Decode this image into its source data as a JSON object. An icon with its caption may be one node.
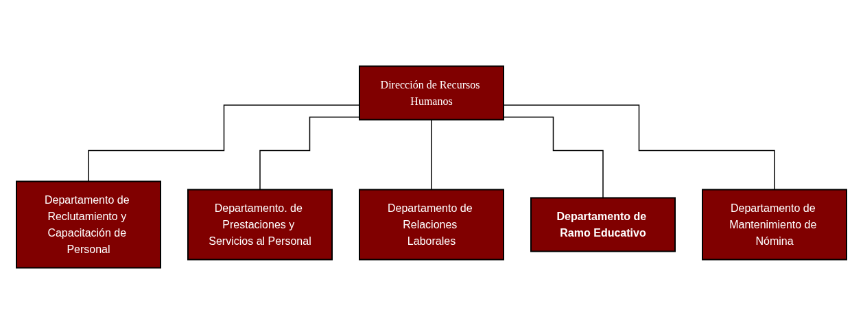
{
  "diagram": {
    "nodes": [
      {
        "text": [
          "Dirección de Recursos Humanos"
        ]
      },
      {
        "text": [
          "Departamento de Reclutamiento y Capacitación de Personal"
        ]
      },
      {
        "text": [
          "Departamento. de Prestaciones y Servicios al Personal"
        ]
      },
      {
        "text": [
          "Departamento de Relaciones Laborales"
        ]
      },
      {
        "text": [
          "Departamento de Ramo Educativo"
        ]
      },
      {
        "text": [
          "Departamento de Mantenimiento de Nómina"
        ]
      }
    ],
    "edges": [
      {
        "from": 0,
        "to": 1,
        "arrow": "none"
      },
      {
        "from": 0,
        "to": 2,
        "arrow": "none"
      },
      {
        "from": 0,
        "to": 3,
        "arrow": "none"
      },
      {
        "from": 0,
        "to": 4,
        "arrow": "none"
      },
      {
        "from": 0,
        "to": 5,
        "arrow": "none"
      }
    ]
  }
}
